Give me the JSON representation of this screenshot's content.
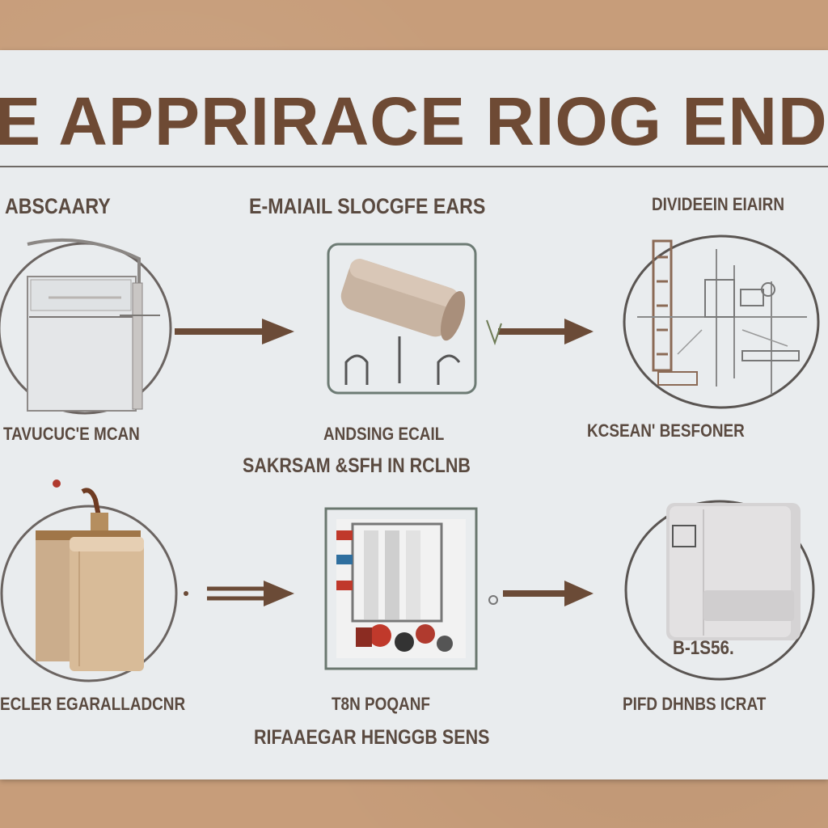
{
  "title": "E APPRIRACE RIOG ENDSTIN",
  "stages": [
    {
      "heading": "ABSCAARY",
      "caption": "TAVUCUC'E MCAN",
      "caption2": "",
      "icon": "refrigerator-icon"
    },
    {
      "heading": "E-MAIAIL SLOCGFE EARS",
      "caption": "ANDSING ECAIL",
      "caption2": "SAKRSAM &SFH IN RCLNB",
      "icon": "cylinder-icon"
    },
    {
      "heading": "DIVIDEEIN EIAIRN",
      "caption": "KCSEAN' BESFONER",
      "caption2": "",
      "icon": "schematic-icon"
    },
    {
      "heading": "",
      "caption": "ECLER EGARALLADCNR",
      "caption2": "",
      "icon": "box-container-icon"
    },
    {
      "heading": "",
      "caption": "T8N POQANF",
      "caption2": "RIFAAEGAR HENGGB SENS",
      "icon": "machinery-icon"
    },
    {
      "heading": "",
      "caption": "PIFD DHNBS ICRAT",
      "caption2": "",
      "icon": "washer-icon"
    }
  ],
  "stage_6_mark": "B-1S56.",
  "colors": {
    "background": "#c79d7a",
    "poster": "#e9ecee",
    "title": "#6e4a34",
    "arrow": "#6b4b37",
    "text": "#5a4a40"
  }
}
